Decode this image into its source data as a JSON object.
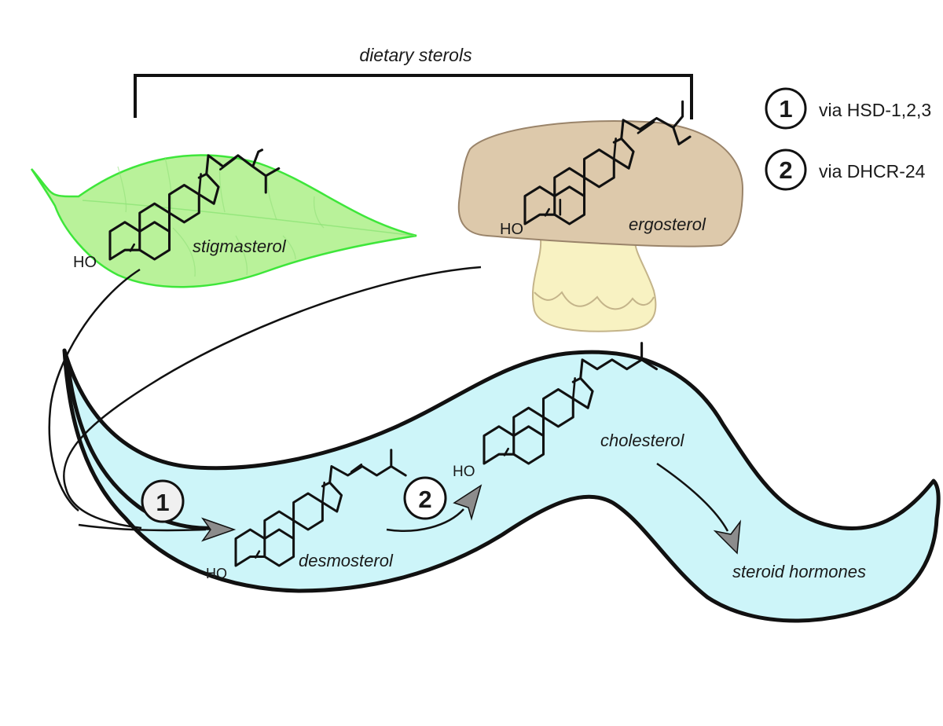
{
  "title": "dietary sterols",
  "legend": [
    {
      "number": "1",
      "text": "via HSD-1,2,3"
    },
    {
      "number": "2",
      "text": "via DHCR-24"
    }
  ],
  "molecules": {
    "stigmasterol": "stigmasterol",
    "ergosterol": "ergosterol",
    "desmosterol": "desmosterol",
    "cholesterol": "cholesterol",
    "steroid_hormones": "steroid hormones"
  },
  "hydroxyl_label": "HO",
  "steps": [
    "1",
    "2"
  ],
  "colors": {
    "leaf_fill": "#b9f29a",
    "leaf_stroke": "#3ee63a",
    "mushroom_cap": "#ddc9ab",
    "mushroom_stem": "#f8f2c2",
    "worm_fill": "#cdf5f9",
    "outline": "#111111",
    "arrow_head": "#8c8c8c"
  },
  "icons": {
    "source_1": "leaf-icon",
    "source_2": "mushroom-icon",
    "organism": "worm-icon"
  }
}
